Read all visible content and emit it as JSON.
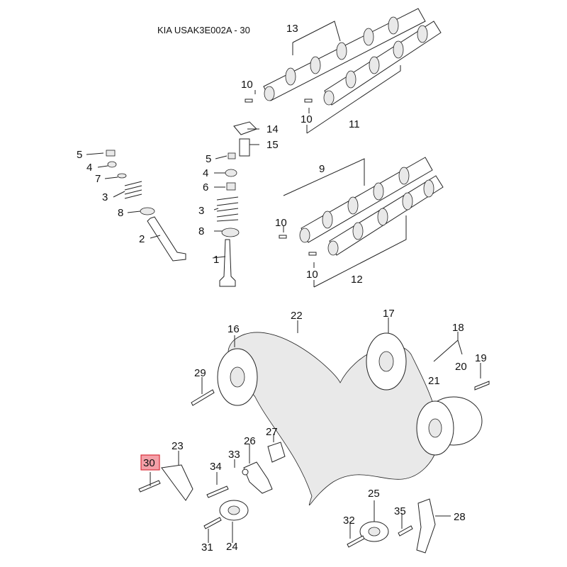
{
  "title": "KIA USAK3E002A - 30",
  "highlight_color": "#f4a0a8",
  "highlighted_callout": "30",
  "callouts": [
    "1",
    "2",
    "3",
    "3",
    "4",
    "4",
    "5",
    "5",
    "6",
    "7",
    "8",
    "8",
    "9",
    "10",
    "10",
    "10",
    "10",
    "11",
    "12",
    "13",
    "14",
    "15",
    "16",
    "17",
    "18",
    "19",
    "20",
    "21",
    "22",
    "23",
    "24",
    "25",
    "26",
    "27",
    "28",
    "29",
    "30",
    "31",
    "32",
    "33",
    "34",
    "35"
  ]
}
